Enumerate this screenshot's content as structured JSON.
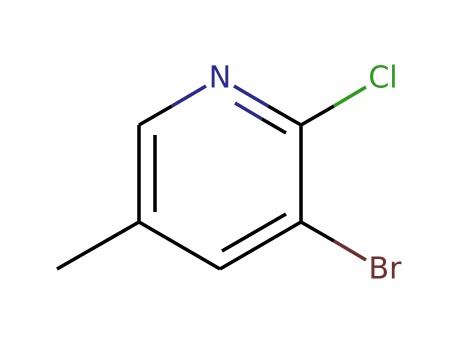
{
  "molecule": {
    "atoms": [
      {
        "id": "n1",
        "label": "N",
        "color": "#2b2b8c"
      },
      {
        "id": "cl1",
        "label": "Cl",
        "color": "#2f9a1f"
      },
      {
        "id": "br1",
        "label": "Br",
        "color": "#6e2f2f"
      }
    ],
    "colors": {
      "bond": "#000000",
      "nitrogen": "#2b2b8c",
      "chlorine": "#2f9a1f",
      "bromine": "#6e2f2f"
    }
  }
}
